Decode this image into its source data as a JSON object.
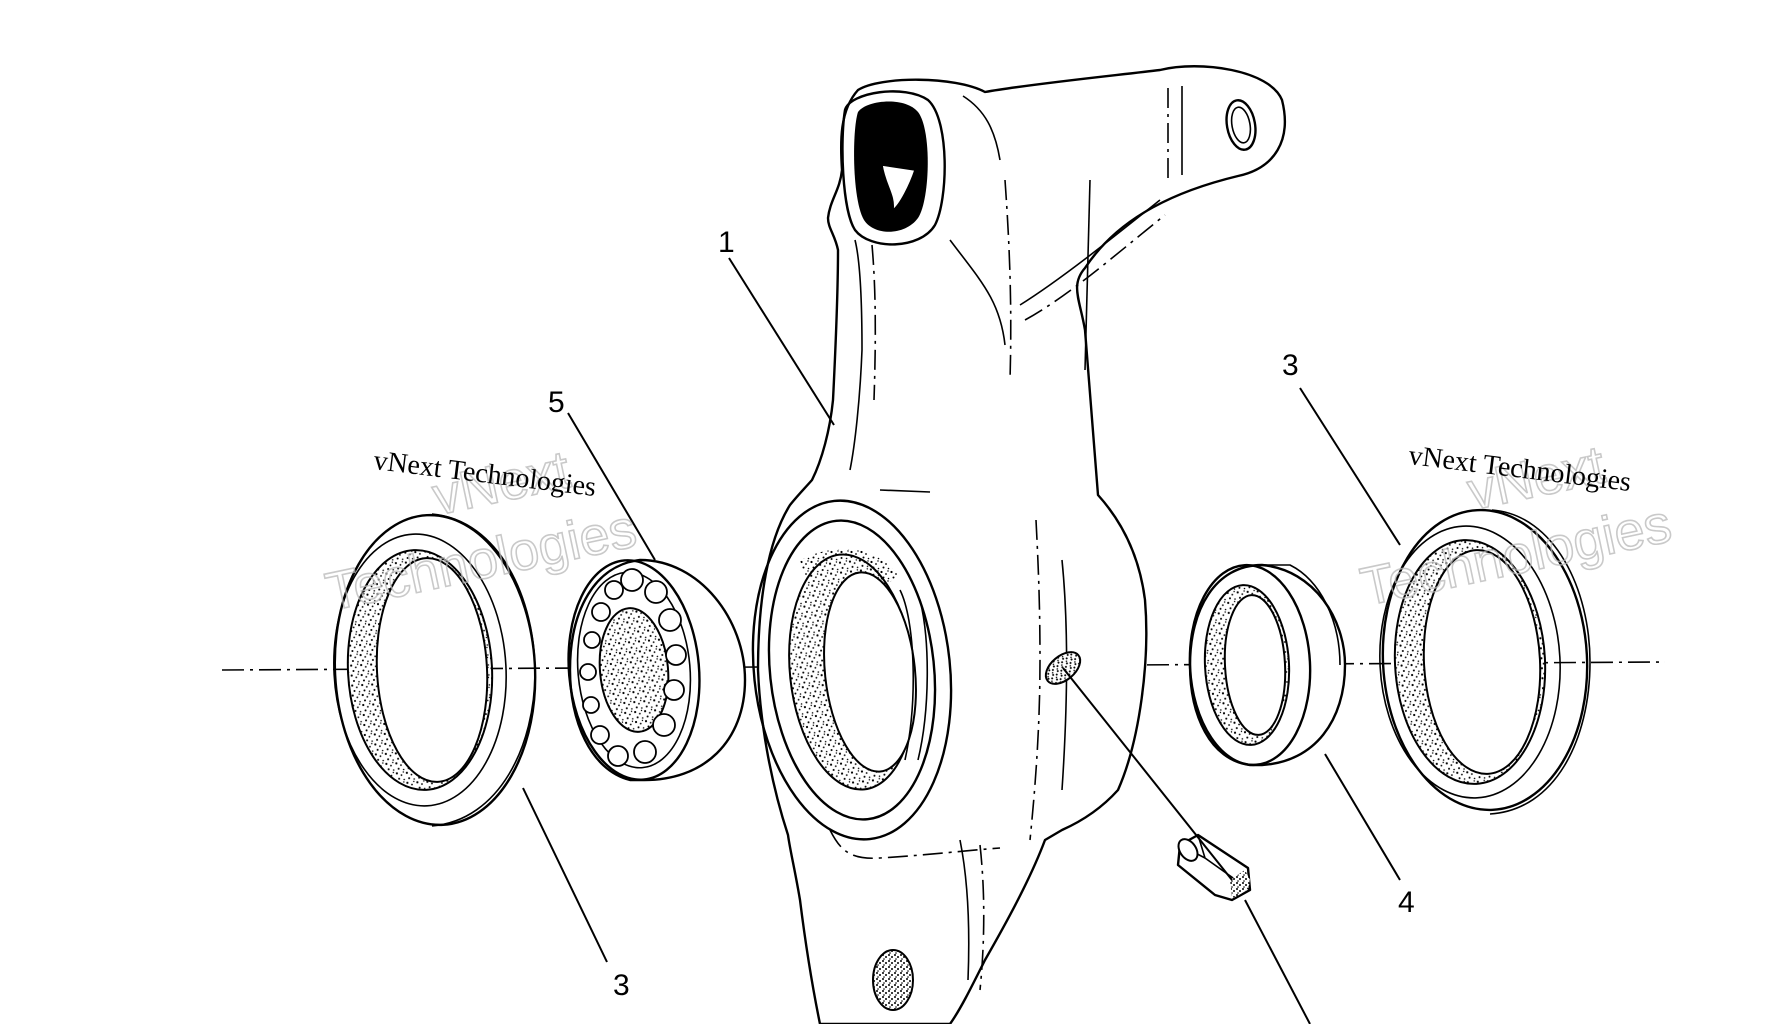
{
  "callouts": {
    "knuckle": "1",
    "seal_right": "3",
    "seal_left": "3",
    "bearing_race": "4",
    "roller_bearing": "5"
  },
  "watermark": {
    "brand": "vNext",
    "word": "Technologies",
    "line": "vNext Technologies"
  }
}
